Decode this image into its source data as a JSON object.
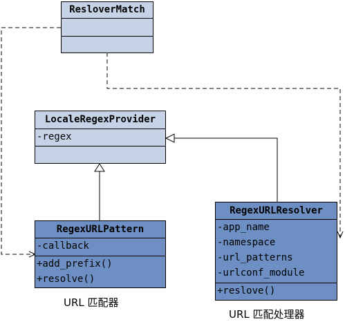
{
  "classes": {
    "resolver_match": {
      "name": "ResloverMatch"
    },
    "locale_regex_provider": {
      "name": "LocaleRegexProvider",
      "attributes": [
        "-regex"
      ]
    },
    "regex_url_pattern": {
      "name": "RegexURLPattern",
      "attributes": [
        "-callback"
      ],
      "methods": [
        "+add_prefix()",
        "+resolve()"
      ]
    },
    "regex_url_resolver": {
      "name": "RegexURLResolver",
      "attributes": [
        "-app_name",
        "-namespace",
        "-url_patterns",
        "-urlconf_module"
      ],
      "methods": [
        "+reslove()"
      ]
    }
  },
  "captions": {
    "pattern": "URL 匹配器",
    "resolver": "URL 匹配处理器"
  },
  "colors": {
    "light_fill": "#c6d3e7",
    "dark_fill": "#6d8fc3"
  }
}
